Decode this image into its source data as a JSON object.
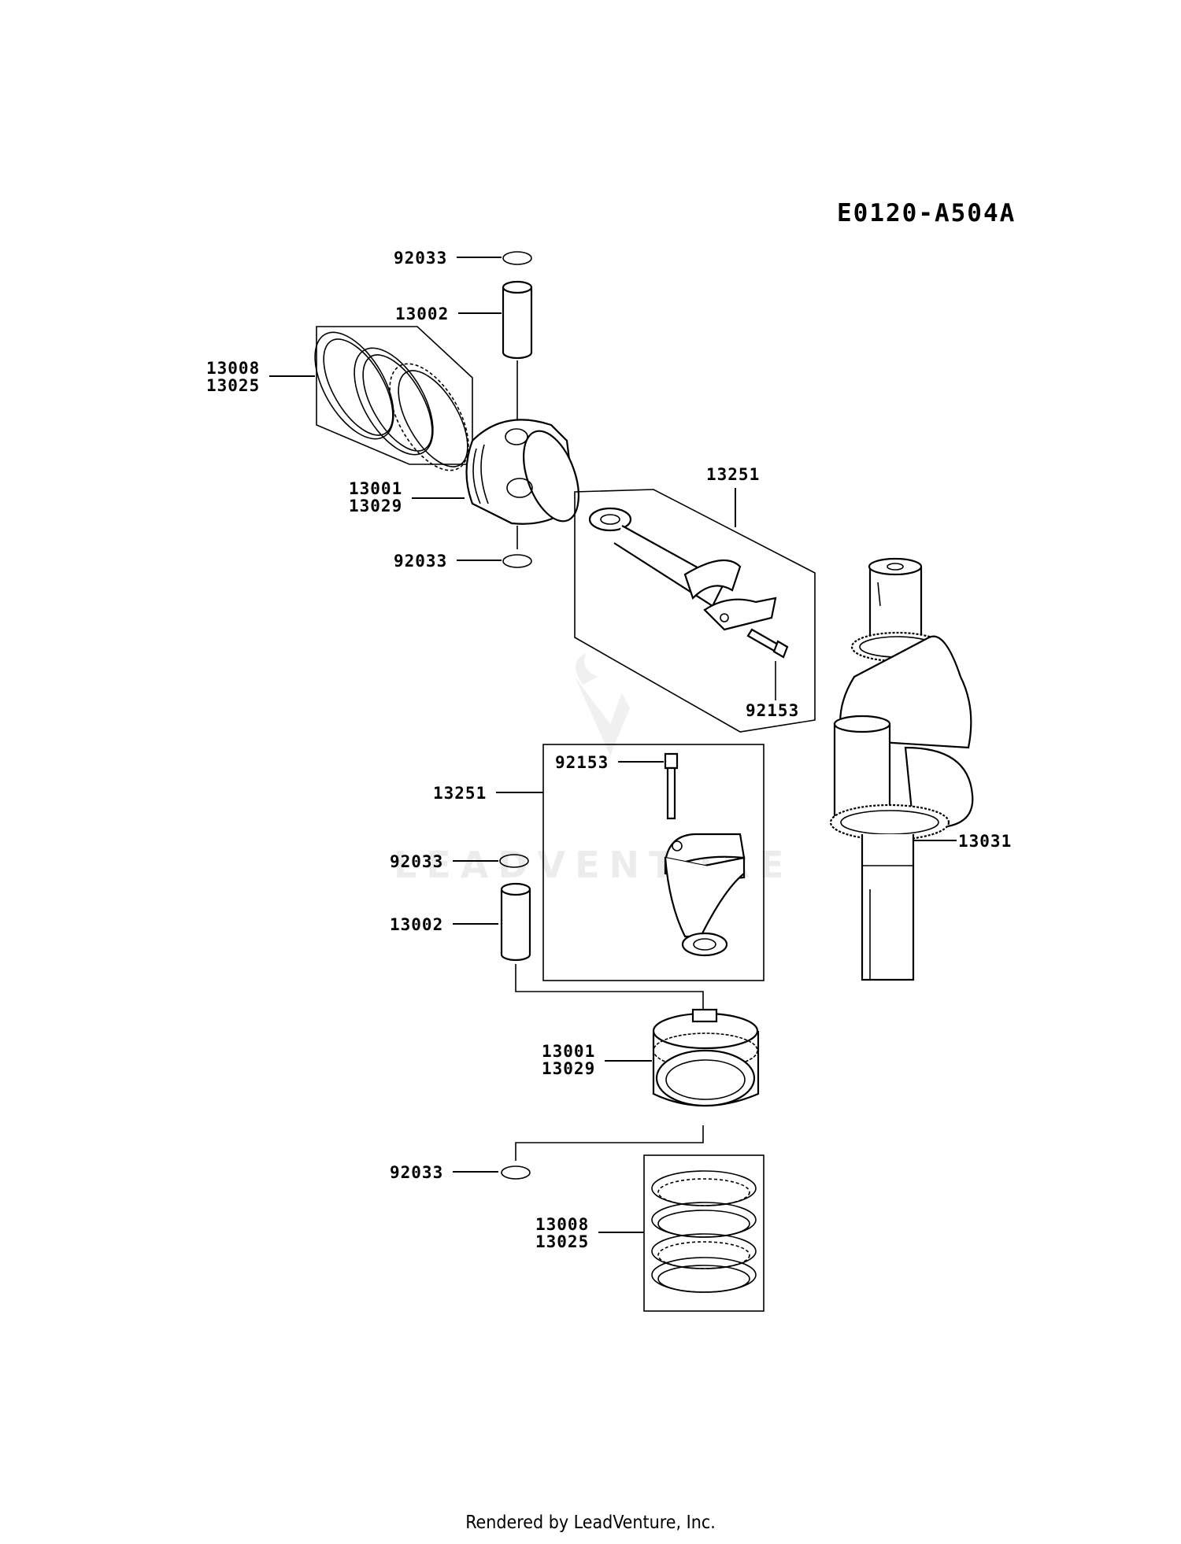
{
  "diagram_code": "E0120-A504A",
  "footer": "Rendered by LeadVenture, Inc.",
  "watermark": "LEADVENTURE",
  "callouts": {
    "clip_top_1": "92033",
    "pin_top": "13002",
    "rings_top_a": "13008",
    "rings_top_b": "13025",
    "piston_top_a": "13001",
    "piston_top_b": "13029",
    "clip_top_2": "92033",
    "rod_top": "13251",
    "bolt_top": "92153",
    "bolt_bottom": "92153",
    "rod_bottom": "13251",
    "clip_bottom_1": "92033",
    "pin_bottom": "13002",
    "crankshaft": "13031",
    "piston_bottom_a": "13001",
    "piston_bottom_b": "13029",
    "clip_bottom_2": "92033",
    "rings_bottom_a": "13008",
    "rings_bottom_b": "13025"
  }
}
